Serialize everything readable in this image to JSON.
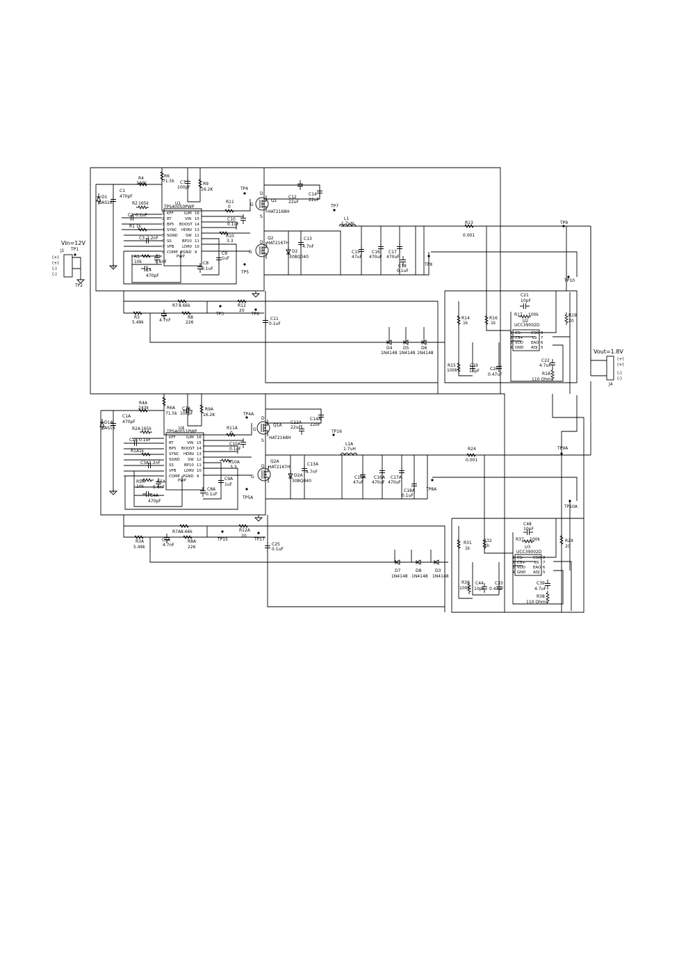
{
  "input": {
    "label": "Vin=12V",
    "connector": "J1",
    "pins": [
      "(+)",
      "(+)",
      "(-)",
      "(-)"
    ]
  },
  "output": {
    "label": "Vout=1.8V",
    "connector": "J4",
    "pins": [
      "(+)",
      "(+)",
      "(-)",
      "(-)"
    ]
  },
  "tp": {
    "tp1": "TP1",
    "tp2": "TP2",
    "tp3": "TP3",
    "tp4": "TP4",
    "tp5": "TP5",
    "tp6": "TP6",
    "tp7": "TP7",
    "tp8": "TP8",
    "tp9": "TP9",
    "tp10": "TP10",
    "tp4a": "TP4A",
    "tp5a": "TP5A",
    "tp8a": "TP8A",
    "tp9a": "TP9A",
    "tp10a": "TP10A",
    "tp15": "TP15",
    "tp16": "TP16",
    "tp17": "TP17"
  },
  "top": {
    "ic": {
      "ref": "U1",
      "part": "TPS40050PWP",
      "left": [
        "KFF",
        "RT",
        "BP5",
        "SYNC",
        "SGND",
        "SS",
        "VFB",
        "COMP",
        "PGND"
      ],
      "left_nums": [
        "1",
        "2",
        "3",
        "4",
        "5",
        "6",
        "7",
        "8"
      ],
      "right": [
        "ILIM",
        "VIN",
        "BOOST",
        "HDRV",
        "SW",
        "BP10",
        "LDRV"
      ],
      "right_nums": [
        "16",
        "15",
        "14",
        "13",
        "12",
        "11",
        "10",
        "9"
      ],
      "pwp": "PWP"
    },
    "d1": "D1",
    "d1v": "BAS16",
    "c1": "C1",
    "c1v": "470pF",
    "r4": "R4",
    "r4v": "243k",
    "r6": "R6",
    "r6v": "71.5k",
    "c7": "C7",
    "c7v": "100pF",
    "r9": "R9",
    "r9v": "16.2K",
    "r2": "R2",
    "r2v": "165k",
    "c2": "C2",
    "c2v": "0.1uF",
    "r1": "R1",
    "r1v": "1k",
    "c3": "C3",
    "c3v": "2.2nF",
    "r5": "R5",
    "r5v": "10k",
    "c5": "C5",
    "c5v": "5.6nF",
    "c4": "C4",
    "c4v": "470pF",
    "r11": "R11",
    "r11v": "0",
    "c10": "C10",
    "c10v": "0.1uF",
    "r10": "R10",
    "r10v": "3.3",
    "c9": "C9",
    "c9v": "1uF",
    "c8": "C8",
    "c8v": "0.1uF",
    "q1": "Q1",
    "q1v": "HAT2168H",
    "q2": "Q2",
    "q2v": "HAT2167H",
    "d2": "D2",
    "d2v": "30BQ040",
    "c12": "C12",
    "c12v": "22uF",
    "c14": "C14",
    "c14v": "22uF",
    "c13": "C13",
    "c13v": "4.7nF",
    "l1": "L1",
    "l1v": "1.7uH",
    "c15": "C15",
    "c15v": "47uF",
    "c16": "C16",
    "c16v": "470uF",
    "c17": "C17",
    "c17v": "470uF",
    "c18": "C18",
    "c18v": "0.1uF",
    "r13": "R13",
    "r13v": "0.001",
    "r7": "R7",
    "r7v": "8.66k",
    "r3": "R3",
    "r3v": "5.49k",
    "c6": "C6",
    "c6v": "4.7nF",
    "r8": "R8",
    "r8v": "226",
    "r12": "R12",
    "r12v": "20",
    "c11": "C11",
    "c11v": "0.1uF",
    "d4": "D4",
    "d5": "D5",
    "d6": "D6",
    "dv": "1N4148",
    "r14": "R14",
    "r14v": "1k",
    "r16": "R16",
    "r16v": "1k",
    "r15": "R15",
    "r15v": "100k",
    "c19": "C19",
    "c19v": "10pF",
    "c20": "C20",
    "c20v": "0.47uF",
    "c21": "C21",
    "c21v": "10pF",
    "r17": "R17",
    "r17v": "100k",
    "u2": "U2",
    "u2v": "UCC39002D",
    "r19": "R19",
    "r19v": "20",
    "c22": "C22",
    "c22v": "4.7uF",
    "r18": "R18",
    "r18v": "110 Ohms",
    "g": "G",
    "d": "D",
    "s": "S",
    "upins": [
      "CS-",
      "CS+",
      "VDD",
      "GND",
      "CSO",
      "LS",
      "EAO",
      "ADJ"
    ],
    "unums": [
      "1",
      "2",
      "3",
      "4",
      "8",
      "7",
      "6",
      "5"
    ]
  },
  "bot": {
    "ic": {
      "ref": "U4",
      "part": "TPS40051PWP",
      "left": [
        "KFF",
        "RT",
        "BP5",
        "SYNC",
        "SGND",
        "SS",
        "VFB",
        "COMP",
        "PGND"
      ],
      "right": [
        "ILIM",
        "VIN",
        "BOOST",
        "HDRV",
        "SW",
        "BP10",
        "LDRV"
      ],
      "right_nums": [
        "16",
        "15",
        "14",
        "13",
        "12",
        "11",
        "10",
        "9"
      ],
      "pwp": "PWP"
    },
    "d1": "D1A",
    "d1v": "BAS16",
    "c1": "C1A",
    "c1v": "470pF",
    "r4": "R4A",
    "r4v": "243k",
    "r6": "R6A",
    "r6v": "71.5k",
    "c7": "C7A",
    "c7v": "100pF",
    "r9": "R9A",
    "r9v": "16.2K",
    "r2": "R2A",
    "r2v": "165k",
    "c2": "C2A",
    "c2v": "0.1uF",
    "r1": "R1A",
    "r1v": "1k",
    "c3": "C3A",
    "c3v": "2.2nF",
    "r5": "R5A",
    "r5v": "10k",
    "c5": "C5A",
    "c5v": "5.6nF",
    "c4": "C4A",
    "c4v": "470pF",
    "r11": "R11A",
    "r11v": "0",
    "c10": "C10A",
    "c10v": "0.1uF",
    "r10": "R10A",
    "r10v": "3.3",
    "c9": "C9A",
    "c9v": "1uF",
    "c8": "C8A",
    "c8v": "0.1uF",
    "q1": "Q1A",
    "q1v": "HAT2168H",
    "q2": "Q2A",
    "q2v": "HAT2167H",
    "d2": "D2A",
    "d2v": "30BQ040",
    "c12": "C12A",
    "c12v": "22uF",
    "c14": "C14A",
    "c14v": "22uF",
    "c13": "C13A",
    "c13v": "4.7nF",
    "l1": "L1A",
    "l1v": "1.7uH",
    "c15": "C15A",
    "c15v": "47uF",
    "c16": "C16A",
    "c16v": "470uF",
    "c17": "C17A",
    "c17v": "470uF",
    "c18": "C18A",
    "c18v": "0.1uF",
    "r24": "R24",
    "r24v": "0.001",
    "r7": "R7A",
    "r7v": "8.66k",
    "r3": "R3A",
    "r3v": "5.49k",
    "c6": "C6A",
    "c6v": "4.7nF",
    "r8": "R8A",
    "r8v": "226",
    "r12": "R12A",
    "r12v": "20",
    "c25": "C25",
    "c25v": "0.1uF",
    "d7": "D7",
    "d8": "D8",
    "d3": "D3",
    "dv": "1N4148",
    "r31": "R31",
    "r31v": "1k",
    "r32": "R32",
    "r32v": "1k",
    "r36": "R36",
    "r36v": "100k",
    "c44": "C44",
    "c44v": "10pF",
    "c33": "C33",
    "c33v": "0.47uF",
    "c48": "C48",
    "c48v": "10pF",
    "r37": "R37",
    "r37v": "100k",
    "u3": "U3",
    "u3v": "UCC39002D",
    "r29": "R29",
    "r29v": "20",
    "c39": "C39",
    "c39v": "4.7uF",
    "r38": "R38",
    "r38v": "110 Ohms",
    "g": "G",
    "d": "D",
    "s": "S",
    "upins": [
      "CS-",
      "CS+",
      "VDD",
      "GND",
      "CSO",
      "LS",
      "EAO",
      "ADJ"
    ],
    "unums": [
      "1",
      "2",
      "3",
      "4",
      "8",
      "7",
      "6",
      "5"
    ]
  }
}
